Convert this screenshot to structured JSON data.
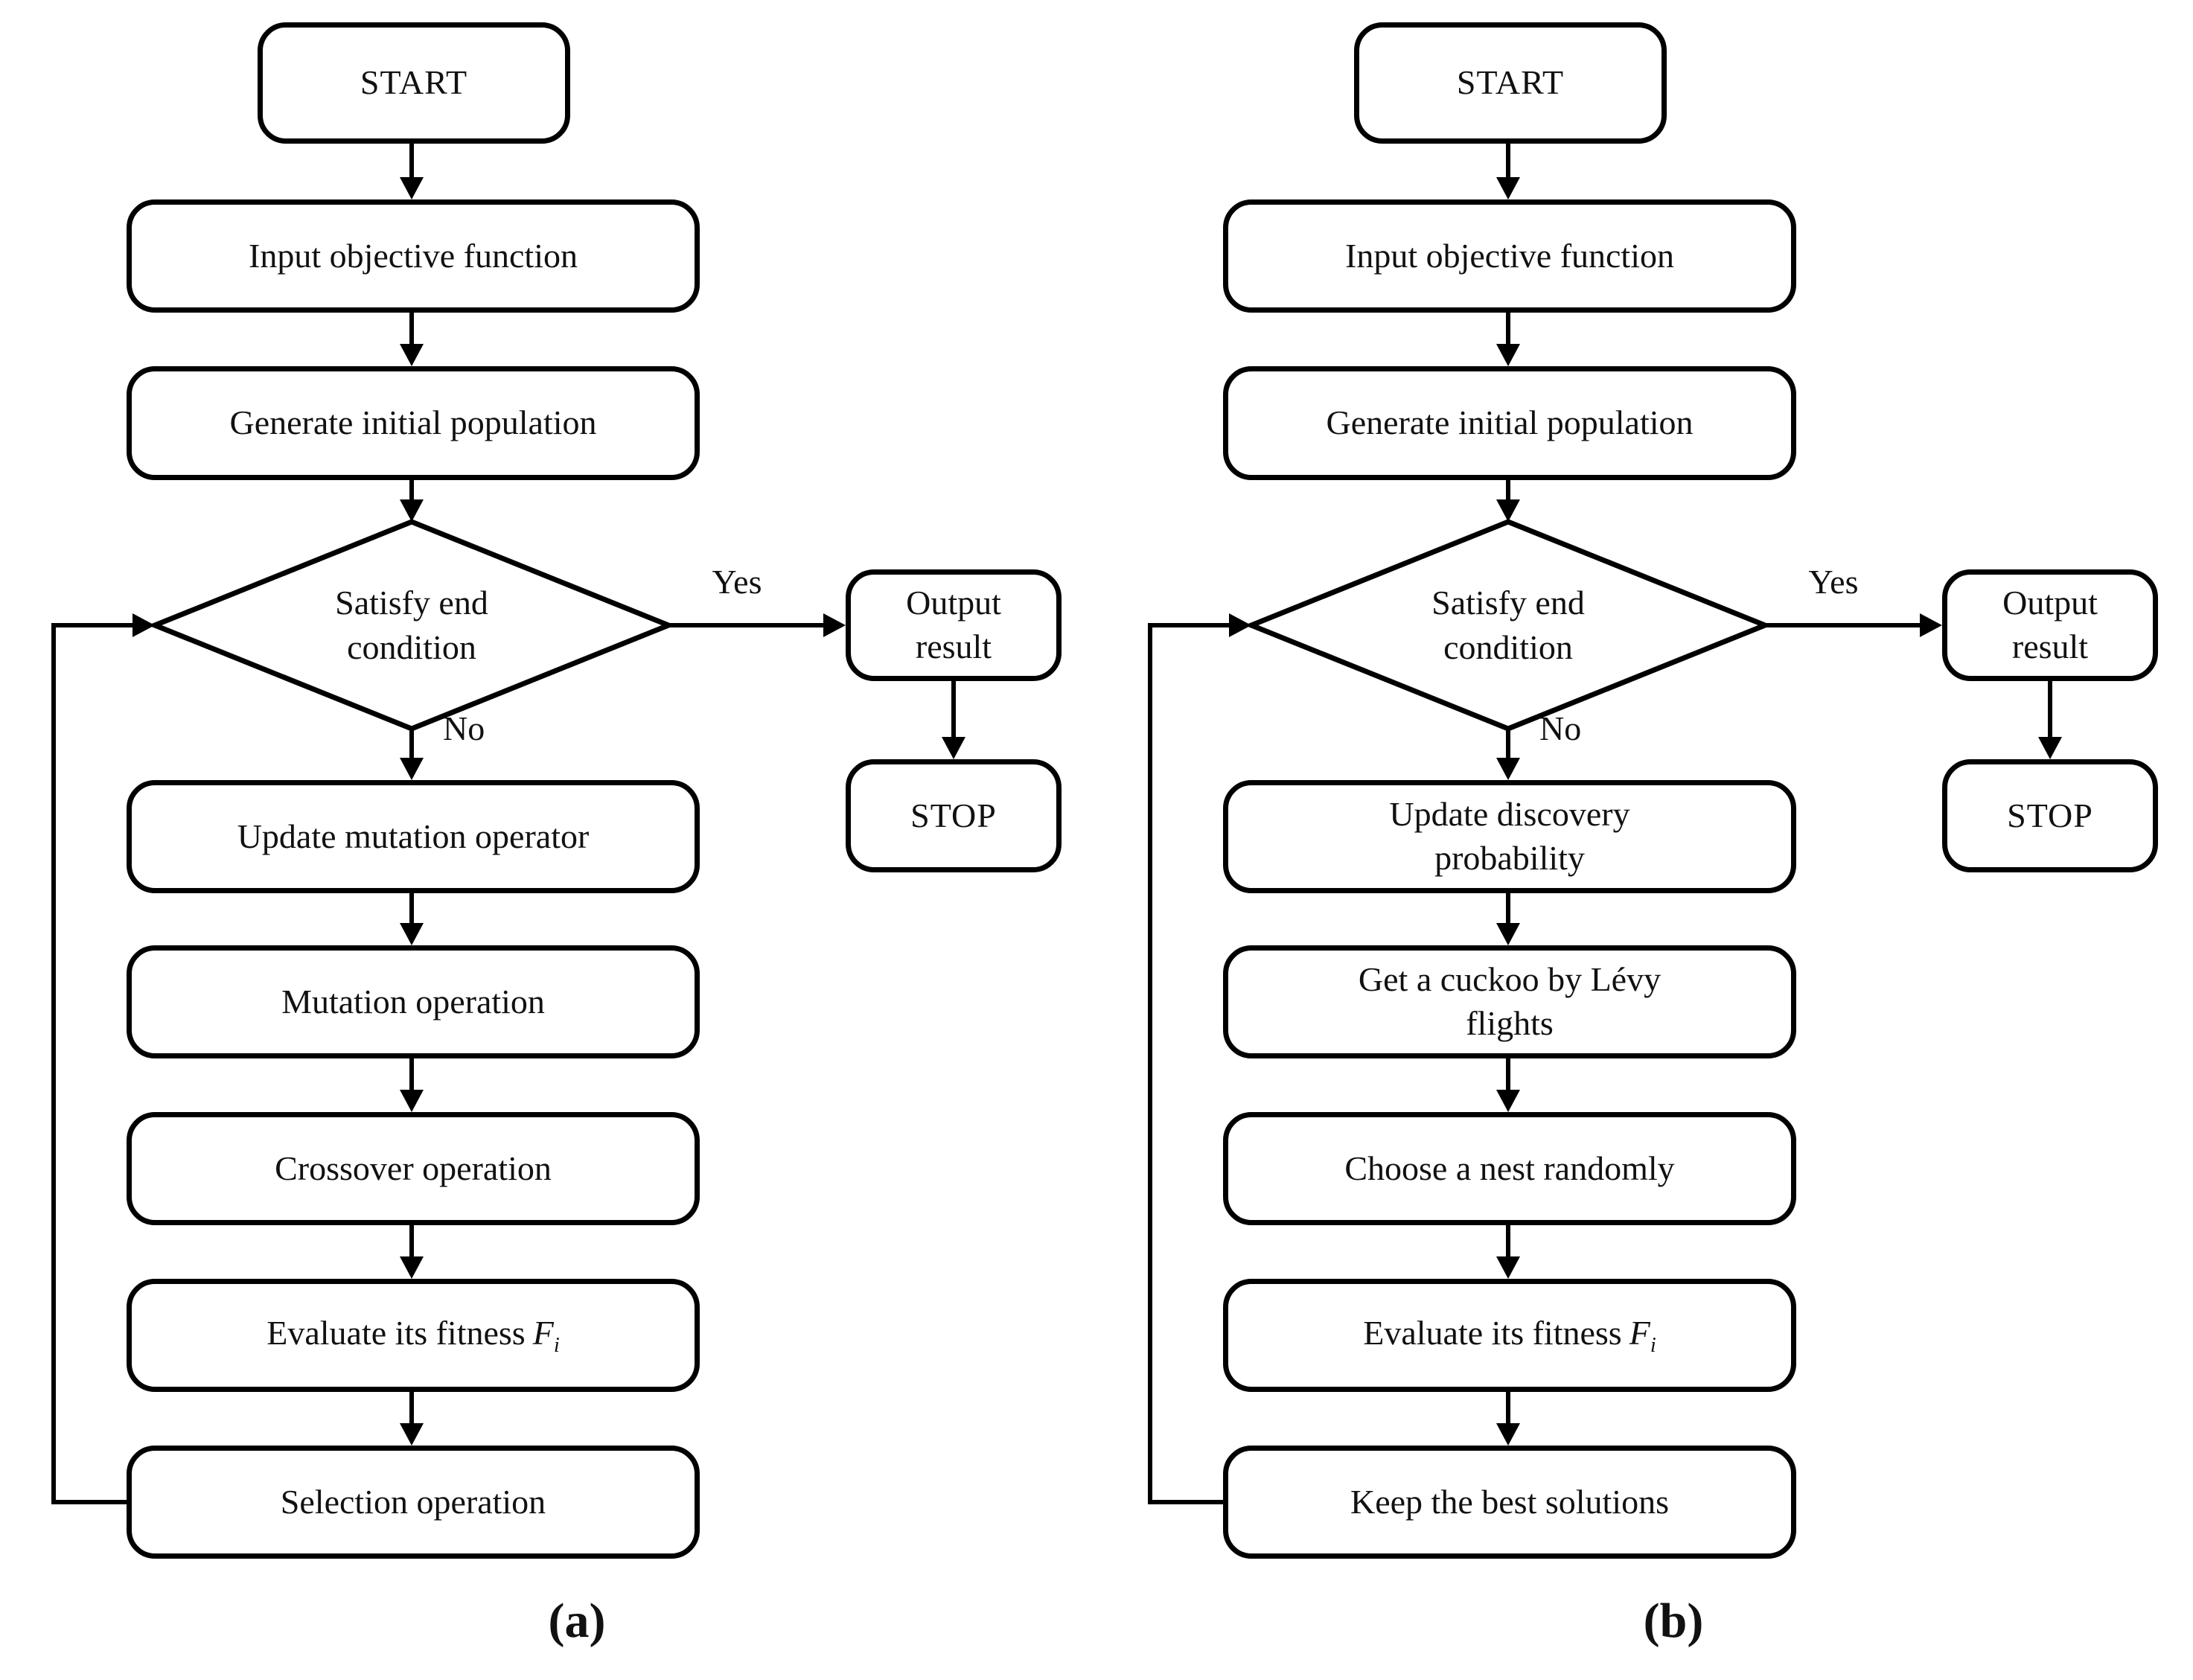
{
  "colors": {
    "line": "#000000",
    "node_background": "#ffffff",
    "text": "#111111"
  },
  "charts": {
    "a": {
      "caption": "(a)",
      "start": "START",
      "input": "Input objective function",
      "generate": "Generate initial population",
      "decision": {
        "line1": "Satisfy end",
        "line2": "condition"
      },
      "yes": "Yes",
      "no": "No",
      "output": {
        "line1": "Output",
        "line2": "result"
      },
      "stop": "STOP",
      "steps": {
        "s1": "Update mutation operator",
        "s2": "Mutation operation",
        "s3": "Crossover operation",
        "s4": {
          "text": "Evaluate its fitness",
          "symbol": "F",
          "subscript": "i"
        },
        "s5": "Selection operation"
      }
    },
    "b": {
      "caption": "(b)",
      "start": "START",
      "input": "Input objective function",
      "generate": "Generate initial population",
      "decision": {
        "line1": "Satisfy end",
        "line2": "condition"
      },
      "yes": "Yes",
      "no": "No",
      "output": {
        "line1": "Output",
        "line2": "result"
      },
      "stop": "STOP",
      "steps": {
        "s1": {
          "line1": "Update discovery",
          "line2": "probability"
        },
        "s2": {
          "line1": "Get a cuckoo by Lévy",
          "line2": "flights"
        },
        "s3": "Choose a nest randomly",
        "s4": {
          "text": "Evaluate its fitness",
          "symbol": "F",
          "subscript": "i"
        },
        "s5": "Keep the best solutions"
      }
    }
  }
}
